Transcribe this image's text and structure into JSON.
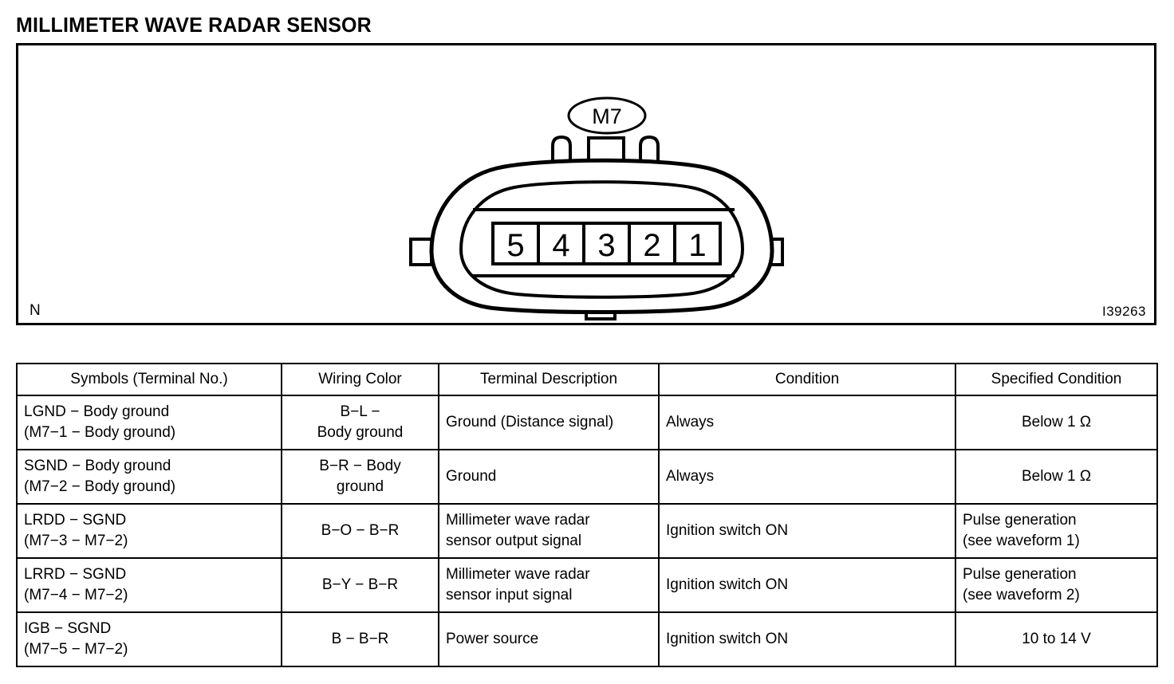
{
  "page": {
    "title": "MILLIMETER WAVE RADAR SENSOR"
  },
  "figure": {
    "connector_label": "M7",
    "terminals": [
      "5",
      "4",
      "3",
      "2",
      "1"
    ],
    "caption_left": "N",
    "caption_right": "I39263",
    "line_color": "#000000"
  },
  "table": {
    "headers": [
      "Symbols (Terminal No.)",
      "Wiring Color",
      "Terminal Description",
      "Condition",
      "Specified Condition"
    ],
    "rows": [
      {
        "symbols_line1": "LGND − Body ground",
        "symbols_line2": "(M7−1 − Body ground)",
        "wiring_line1": "B−L −",
        "wiring_line2": "Body ground",
        "description_line1": "Ground (Distance signal)",
        "description_line2": "",
        "condition": "Always",
        "specified_line1": "Below 1 Ω",
        "specified_line2": "",
        "specified_align": "center"
      },
      {
        "symbols_line1": "SGND − Body ground",
        "symbols_line2": "(M7−2 − Body ground)",
        "wiring_line1": "B−R − Body",
        "wiring_line2": "ground",
        "description_line1": "Ground",
        "description_line2": "",
        "condition": "Always",
        "specified_line1": "Below 1 Ω",
        "specified_line2": "",
        "specified_align": "center"
      },
      {
        "symbols_line1": "LRDD − SGND",
        "symbols_line2": "(M7−3 − M7−2)",
        "wiring_line1": "B−O − B−R",
        "wiring_line2": "",
        "description_line1": "Millimeter wave radar",
        "description_line2": "sensor output signal",
        "condition": "Ignition switch ON",
        "specified_line1": "Pulse generation",
        "specified_line2": "(see waveform 1)",
        "specified_align": "left"
      },
      {
        "symbols_line1": "LRRD − SGND",
        "symbols_line2": "(M7−4 − M7−2)",
        "wiring_line1": "B−Y − B−R",
        "wiring_line2": "",
        "description_line1": "Millimeter wave radar",
        "description_line2": "sensor input signal",
        "condition": "Ignition switch ON",
        "specified_line1": "Pulse generation",
        "specified_line2": "(see waveform 2)",
        "specified_align": "left"
      },
      {
        "symbols_line1": "IGB − SGND",
        "symbols_line2": "(M7−5 − M7−2)",
        "wiring_line1": "B − B−R",
        "wiring_line2": "",
        "description_line1": "Power source",
        "description_line2": "",
        "condition": "Ignition switch ON",
        "specified_line1": "10 to 14 V",
        "specified_line2": "",
        "specified_align": "center"
      }
    ]
  }
}
